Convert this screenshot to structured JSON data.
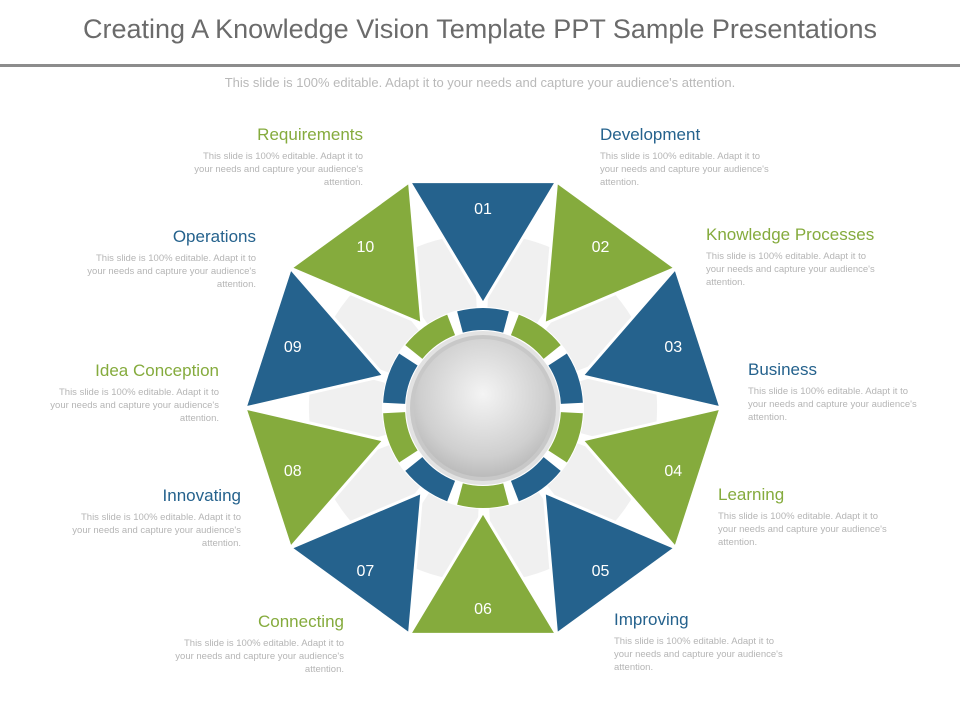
{
  "title": "Creating A Knowledge Vision Template PPT Sample Presentations",
  "subtitle": "This slide is 100% editable. Adapt it to your needs and capture your audience's attention.",
  "colors": {
    "blue": "#25628d",
    "green": "#85ab3d",
    "light": "#f0f0f0",
    "grey": "#cccccc"
  },
  "segments": [
    {
      "num": "01",
      "label": "Development",
      "desc": "This slide is 100% editable. Adapt it to your needs and capture your audience's attention."
    },
    {
      "num": "02",
      "label": "Knowledge Processes",
      "desc": "This slide is 100% editable. Adapt it to your needs and capture your audience's attention."
    },
    {
      "num": "03",
      "label": "Business",
      "desc": "This slide is 100% editable. Adapt it to your needs and capture your audience's attention."
    },
    {
      "num": "04",
      "label": "Learning",
      "desc": "This slide is 100% editable. Adapt it to your needs and capture your audience's attention."
    },
    {
      "num": "05",
      "label": "Improving",
      "desc": "This slide is 100% editable. Adapt it to your needs and capture your audience's attention."
    },
    {
      "num": "06",
      "label": "Connecting",
      "desc": "This slide is 100% editable. Adapt it to your needs and capture your audience's attention."
    },
    {
      "num": "07",
      "label": "Innovating",
      "desc": "This slide is 100% editable. Adapt it to your needs and capture your audience's attention."
    },
    {
      "num": "08",
      "label": "Idea Conception",
      "desc": "This slide is 100% editable. Adapt it to your needs and capture your audience's attention."
    },
    {
      "num": "09",
      "label": "Operations",
      "desc": "This slide is 100% editable. Adapt it to your needs and capture your audience's attention."
    },
    {
      "num": "10",
      "label": "Requirements",
      "desc": "This slide is 100% editable. Adapt it to your needs and capture your audience's attention."
    }
  ]
}
